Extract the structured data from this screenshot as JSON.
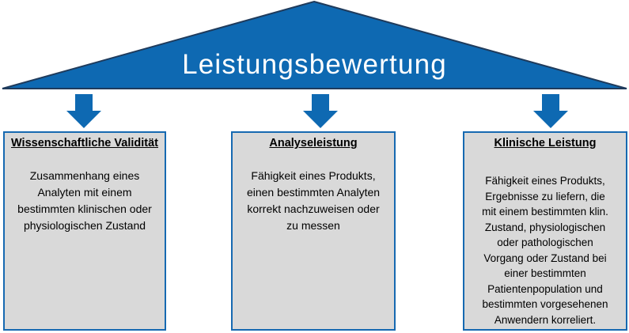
{
  "diagram": {
    "title": "Leistungsbewertung",
    "colors": {
      "shape_blue": "#0E69B2",
      "shape_border": "#1F3B5C",
      "box_fill": "#D9D9D9",
      "box_border": "#1669B1",
      "roof_title_color": "#FFFFFF",
      "text_color": "#000000"
    },
    "icons": {
      "down_arrow": "down-arrow"
    },
    "boxes": [
      {
        "title": "Wissenschaftliche Validität",
        "body": "Zusammenhang eines\nAnalyten mit einem\nbestimmten klinischen oder\nphysiologischen Zustand"
      },
      {
        "title": "Analyseleistung",
        "body": "Fähigkeit eines Produkts,\neinen bestimmten Analyten\nkorrekt nachzuweisen oder\nzu messen"
      },
      {
        "title": "Klinische Leistung",
        "body": "Fähigkeit eines Produkts,\nErgebnisse zu liefern, die\nmit einem bestimmten klin.\nZustand, physiologischen\noder pathologischen\nVorgang oder Zustand bei\neiner bestimmten\nPatientenpopulation und\nbestimmten vorgesehenen\nAnwendern korreliert."
      }
    ]
  }
}
